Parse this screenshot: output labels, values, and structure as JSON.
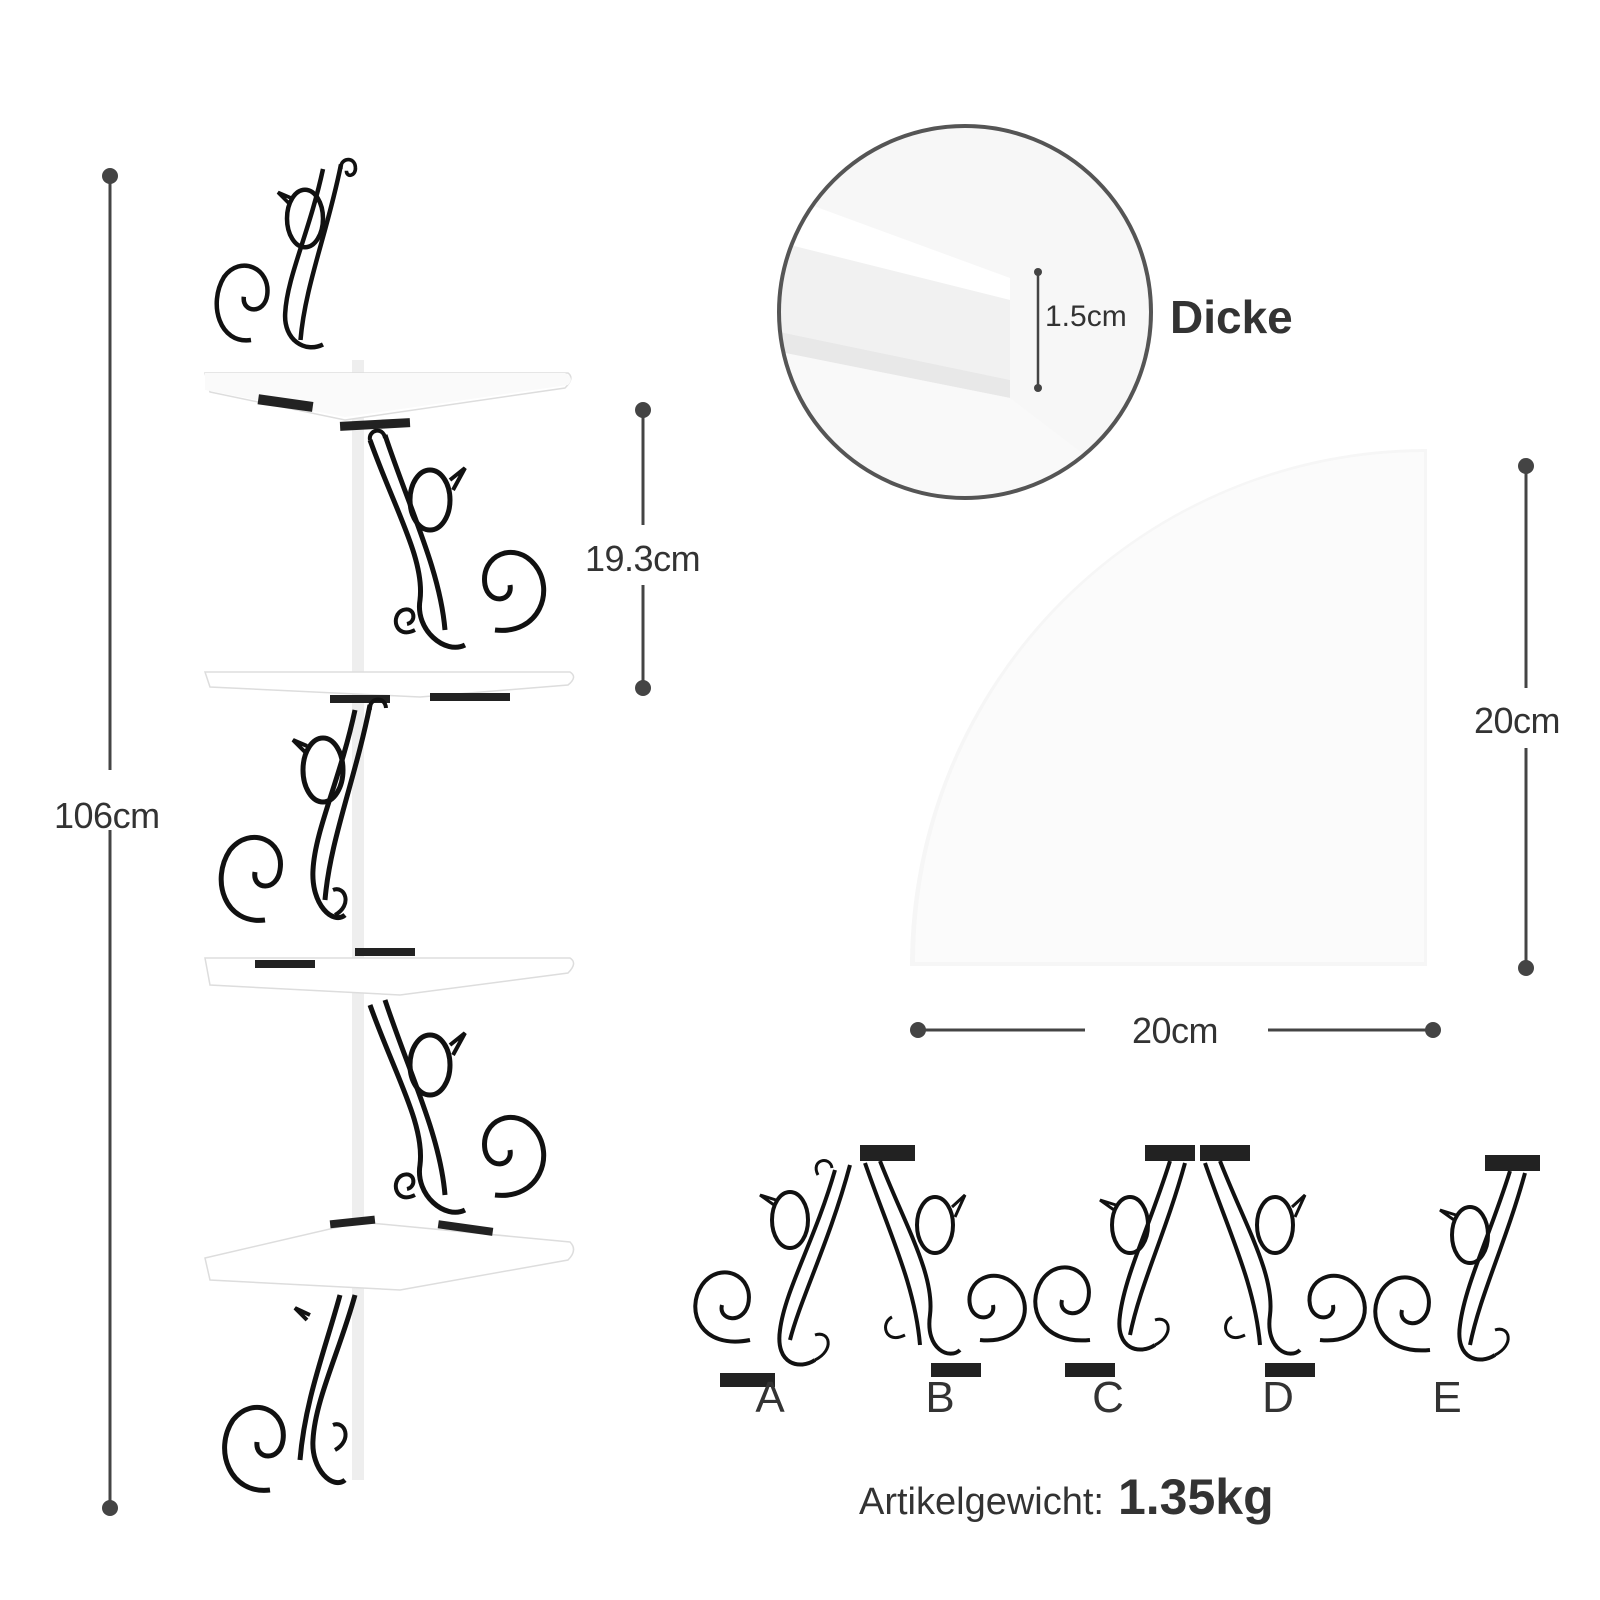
{
  "dimensions": {
    "total_height": "106cm",
    "shelf_spacing": "19.3cm",
    "thickness": "1.5cm",
    "thickness_label": "Dicke",
    "depth": "20cm",
    "width": "20cm"
  },
  "brackets": [
    "A",
    "B",
    "C",
    "D",
    "E"
  ],
  "weight": {
    "label": "Artikelgewicht:",
    "value": "1.35kg"
  },
  "colors": {
    "text": "#333333",
    "metal": "#111111",
    "shelf": "#ffffff",
    "shadow": "#e6e6e6"
  }
}
